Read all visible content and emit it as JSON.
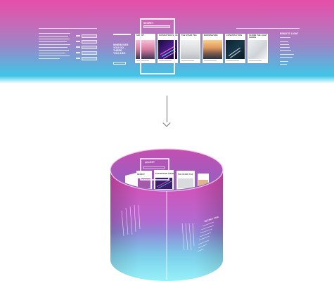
{
  "banner": {
    "hero_lines": [
      "WHEREVER",
      "YOU GO,",
      "THERE",
      "YOU ARE."
    ],
    "focus_label": "SECRET",
    "side_title": "REMOTE LIGHT",
    "cards": [
      {
        "title": "SECRET",
        "image": "pink-mountain-photo"
      },
      {
        "title": "SATURATION ISSUE",
        "image": "neon-lines-photo"
      },
      {
        "title": "THE STARK TEA",
        "image": "white-structure-photo"
      },
      {
        "title": "MORNINGSIDE",
        "image": "sunset-landscape-photo"
      },
      {
        "title": "CONSTRUCTION",
        "image": "dark-abstract-photo"
      },
      {
        "title": "IN MINE THE LIGHT SHINES",
        "image": "light-abstract-photo"
      }
    ]
  },
  "arrow": {
    "icon": "arrow-down-icon"
  },
  "cylinder": {
    "focus_label": "SECRET",
    "cards": [
      {
        "title": "SECRET"
      },
      {
        "title": "SATURATION ISSUE"
      },
      {
        "title": "THE STARK TEA"
      }
    ],
    "side_title": "SECRET FOG"
  },
  "colors": {
    "gradient_top": "#e64ea9",
    "gradient_bottom": "#2fd0ec",
    "frame": "#f4f0ff"
  }
}
